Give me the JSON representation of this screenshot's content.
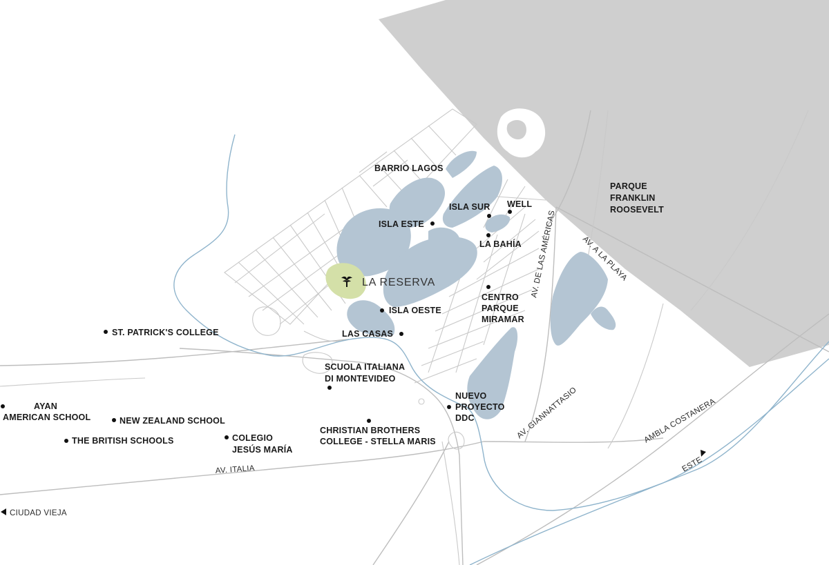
{
  "colors": {
    "background": "#ffffff",
    "lake": "#b4c5d3",
    "park": "#cfcfcf",
    "green_area": "#d4e0a8",
    "road": "#c9c9c9",
    "creek": "#8fb4cc",
    "text": "#1a1a1a"
  },
  "brand": {
    "name": "LA RESERVA",
    "icon": "palm-tree-icon"
  },
  "park": {
    "line1": "PARQUE",
    "line2": "FRANKLIN",
    "line3": "ROOSEVELT"
  },
  "places": {
    "barrio_lagos": "BARRIO LAGOS",
    "isla_sur": "ISLA SUR",
    "well": "WELL",
    "isla_este": "ISLA ESTE",
    "la_bahia": "LA BAHÍA",
    "isla_oeste": "ISLA OESTE",
    "centro_l1": "CENTRO",
    "centro_l2": "PARQUE",
    "centro_l3": "MIRAMAR",
    "las_casas": "LAS CASAS",
    "st_patricks": "ST. PATRICK'S COLLEGE",
    "scuola_l1": "SCUOLA ITALIANA",
    "scuola_l2": "DI MONTEVIDEO",
    "nuevo_l1": "NUEVO",
    "nuevo_l2": "PROYECTO",
    "nuevo_l3": "DDC",
    "ayan_l1": "AYAN",
    "ayan_l2": "AMERICAN SCHOOL",
    "new_zealand": "NEW ZEALAND SCHOOL",
    "british": "THE BRITISH SCHOOLS",
    "colegio_l1": "COLEGIO",
    "colegio_l2": "JESÚS MARÍA",
    "christian_l1": "CHRISTIAN BROTHERS",
    "christian_l2": "COLLEGE - STELLA MARIS"
  },
  "streets": {
    "av_americas": "AV. DE LAS AMÉRICAS",
    "av_playa": "AV. A LA PLAYA",
    "av_giannattasio": "AV. GIANNATTASIO",
    "rambla": "AMBLA COSTANERA",
    "av_italia": "AV. ITALIA",
    "ciudad_vieja": "CIUDAD VIEJA",
    "este": "ESTE"
  }
}
